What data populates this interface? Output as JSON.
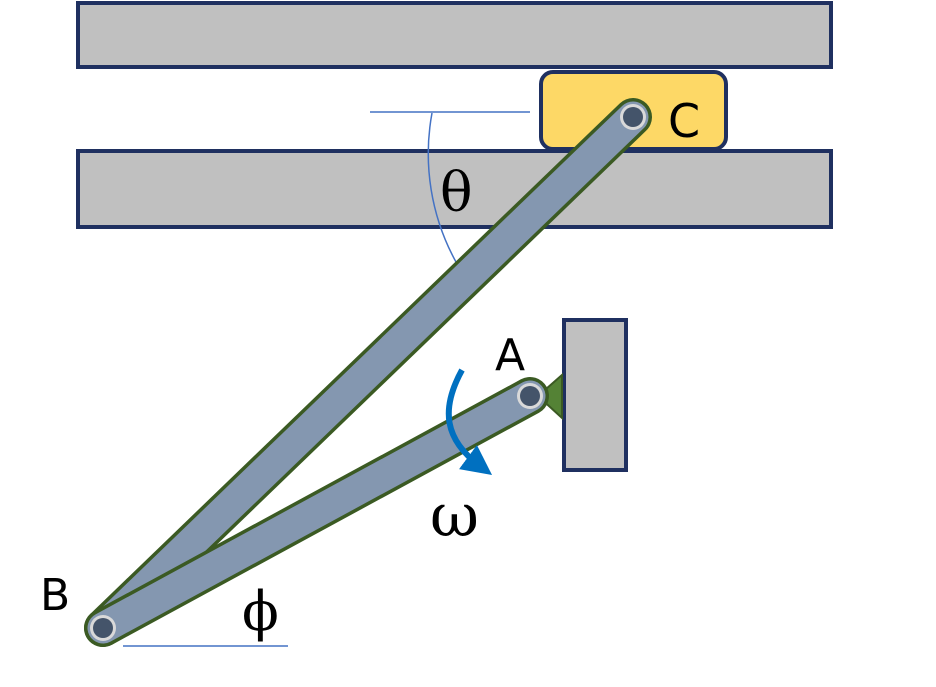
{
  "labels": {
    "point_a": "A",
    "point_b": "B",
    "point_c": "C",
    "angle_theta": "θ",
    "angle_phi": "ϕ",
    "angular_velocity": "ω"
  },
  "colors": {
    "guide_fill": "#c0c0c0",
    "guide_stroke": "#1f3060",
    "slider_fill": "#fdd866",
    "slider_stroke": "#1f3060",
    "link_fill": "#8497b0",
    "link_stroke": "#3b5a23",
    "pin_fill": "#44546a",
    "pin_ring": "#d9d9d9",
    "support_fill": "#548235",
    "angle_arc": "#4472c4",
    "omega_arrow": "#0070c0"
  }
}
